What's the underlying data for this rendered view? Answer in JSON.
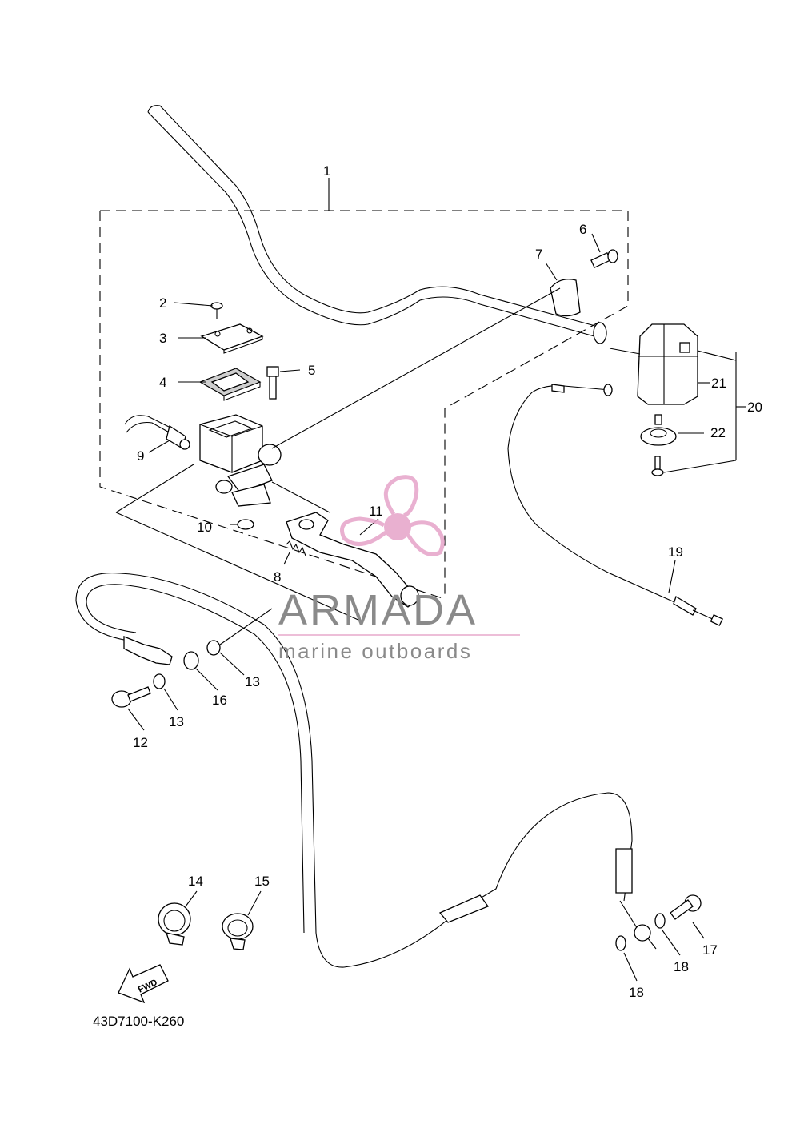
{
  "diagram_code": "43D7100-K260",
  "fwd_label": "FWD",
  "watermark": {
    "brand": "ARMADA",
    "tagline": "marine outboards",
    "brand_color": "#8a8a8a",
    "logo_color": "#e7a8cc"
  },
  "callouts": {
    "c1": "1",
    "c2": "2",
    "c3": "3",
    "c4": "4",
    "c5": "5",
    "c6": "6",
    "c7": "7",
    "c8": "8",
    "c9": "9",
    "c10": "10",
    "c11": "11",
    "c12": "12",
    "c13a": "13",
    "c13b": "13",
    "c14": "14",
    "c15": "15",
    "c16": "16",
    "c17": "17",
    "c18a": "18",
    "c18b": "18",
    "c19": "19",
    "c20": "20",
    "c21": "21",
    "c22": "22"
  }
}
